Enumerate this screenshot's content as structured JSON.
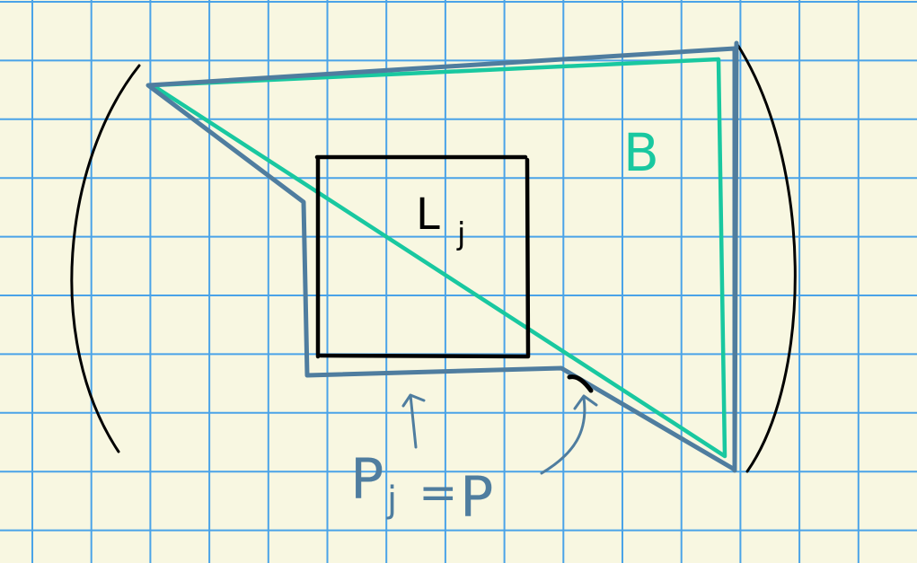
{
  "diagram": {
    "labels": {
      "triangle": "B",
      "square_main": "L",
      "square_sub": "j",
      "path_main": "P",
      "path_sub": "j",
      "equals": "=",
      "path_rhs": "P"
    },
    "colors": {
      "paper": "#f8f7e1",
      "grid": "#4aa3e8",
      "triangle_green": "#19c8a0",
      "path_blue": "#4f7d9f",
      "square_black": "#000000",
      "brackets": "#000000"
    }
  }
}
